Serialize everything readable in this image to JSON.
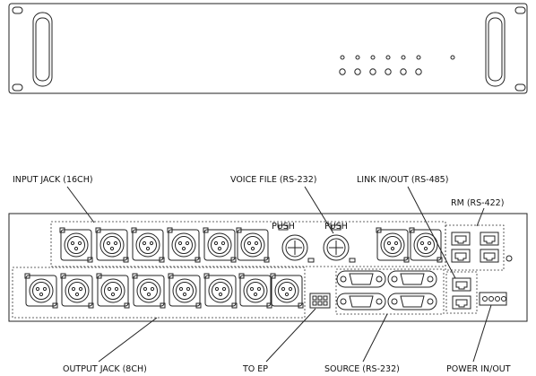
{
  "labels": {
    "input_jack": "INPUT JACK (16CH)",
    "voice_file": "VOICE FILE (RS-232)",
    "link_in_out": "LINK IN/OUT (RS-485)",
    "rm": "RM (RS-422)",
    "output_jack": "OUTPUT JACK (8CH)",
    "to_ep": "TO EP",
    "source": "SOURCE (RS-232)",
    "power_in_out": "POWER IN/OUT"
  },
  "connectors": {
    "xlr_symbol": "PUSH"
  },
  "colors": {
    "line": "#222222",
    "background": "#ffffff"
  }
}
